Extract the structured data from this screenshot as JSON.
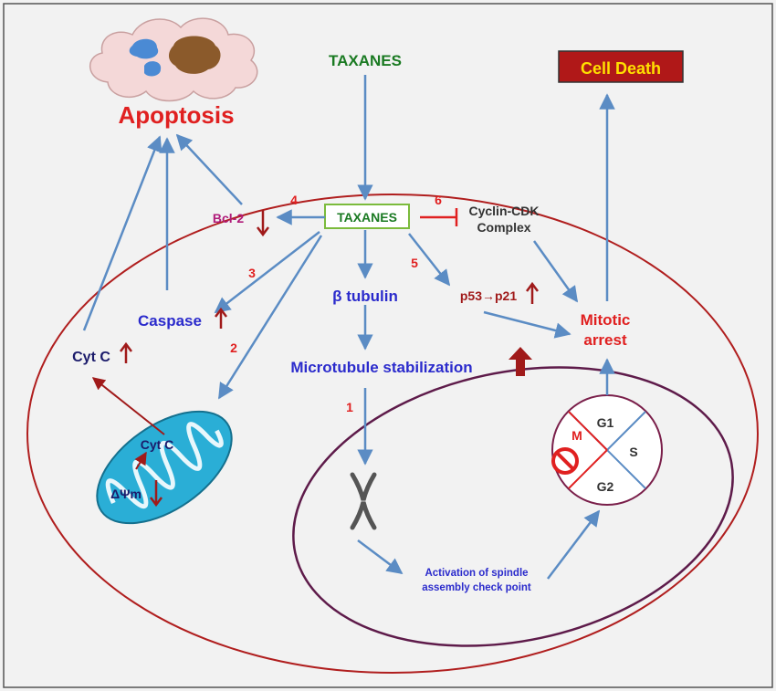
{
  "labels": {
    "taxanes_top": "TAXANES",
    "apoptosis": "Apoptosis",
    "cell_death": "Cell Death",
    "taxanes_box": "TAXANES",
    "bcl2": "Bcl-2",
    "cyclin_line1": "Cyclin-CDK",
    "cyclin_line2": "Complex",
    "caspase": "Caspase",
    "cytc_outer": "Cyt C",
    "cytc_inner": "Cyt C",
    "delta_psi": "ΔΨm",
    "beta_tubulin": "β tubulin",
    "microtubule": "Microtubule stabilization",
    "p53": "p53→p21",
    "mitotic_line1": "Mitotic",
    "mitotic_line2": "arrest",
    "spindle_line1": "Activation of spindle",
    "spindle_line2": "assembly check point",
    "phase_g1": "G1",
    "phase_s": "S",
    "phase_g2": "G2",
    "phase_m": "M"
  },
  "steps": {
    "s1": "1",
    "s2": "2",
    "s3": "3",
    "s4": "4",
    "s5": "5",
    "s6": "6"
  },
  "colors": {
    "arrow_blue": "#5b8cc4",
    "dark_red": "#a01a1a",
    "cell_border": "#b01e1e",
    "nucleus_border": "#5e1b4a",
    "green": "#1a7a22",
    "blue_text": "#2b2bcc",
    "navy": "#1b1b6b",
    "magenta": "#b01b7a",
    "bright_red": "#e02020",
    "cell_death_fill": "#b01818",
    "cell_death_text": "#ffe000",
    "mito_fill": "#2aaed6"
  },
  "icons": {
    "cloud": "apoptotic-cell-cloud-icon",
    "mitochondrion": "mitochondrion-icon",
    "chromosome": "chromosome-icon",
    "prohibit": "prohibited-icon"
  }
}
